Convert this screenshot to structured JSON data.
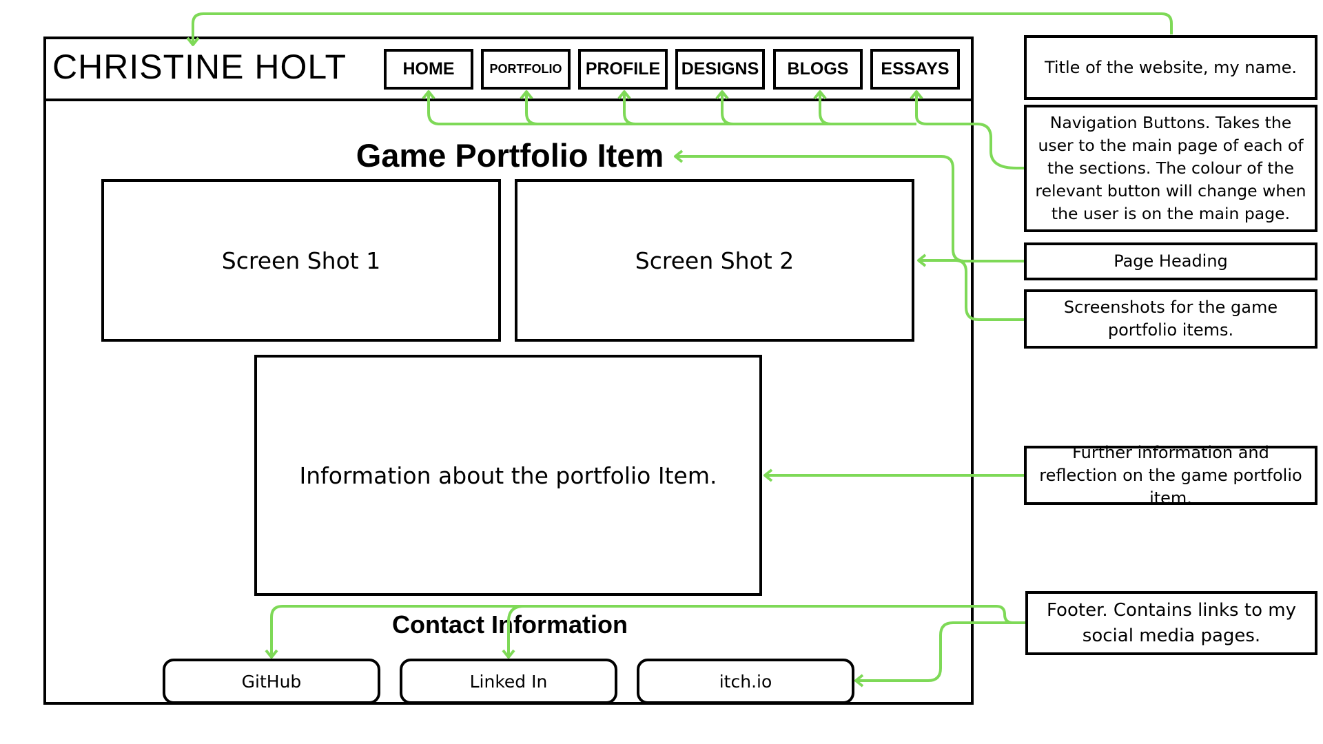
{
  "site": {
    "title": "CHRISTINE HOLT"
  },
  "nav": {
    "home": "HOME",
    "portfolio": "PORTFOLIO",
    "profile": "PROFILE",
    "designs": "DESIGNS",
    "blogs": "BLOGS",
    "essays": "ESSAYS"
  },
  "main": {
    "heading": "Game Portfolio Item",
    "screenshot_1": "Screen Shot 1",
    "screenshot_2": "Screen Shot 2",
    "info": "Information about the portfolio Item."
  },
  "footer": {
    "heading": "Contact Information",
    "links": [
      "GitHub",
      "Linked In",
      "itch.io"
    ]
  },
  "annotations": {
    "title": "Title of the website, my name.",
    "nav": "Navigation Buttons. Takes the user to the main page of each of the sections. The colour of the relevant button will change when the user is on the main page.",
    "heading": "Page Heading",
    "screenshots": "Screenshots for the game portfolio items.",
    "info": "Further information and reflection on the game portfolio item.",
    "footer": "Footer. Contains links to my social media pages."
  },
  "colors": {
    "connector": "#7ed957",
    "outline": "#000000"
  }
}
